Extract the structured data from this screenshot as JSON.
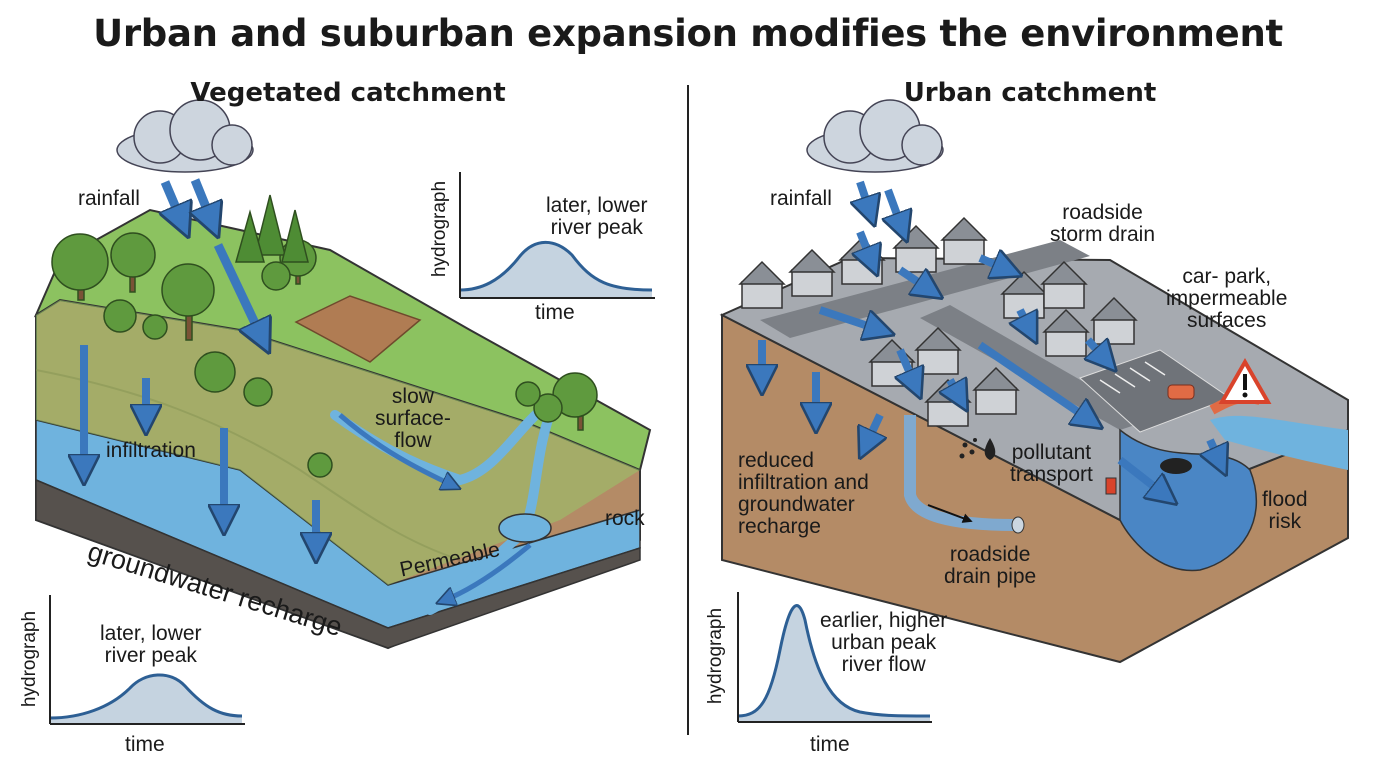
{
  "title": "Urban and suburban expansion modifies the environment",
  "left_panel": {
    "subtitle": "Vegetated catchment",
    "labels": {
      "rainfall": "rainfall",
      "infiltration": "infiltration",
      "groundwater": "groundwater recharge",
      "permeable": "Permeable",
      "rock": "rock",
      "slow_flow": "slow\nsurface-\nflow"
    },
    "hydrograph_top": {
      "ylabel": "hydrograph",
      "xlabel": "time",
      "caption": "later, lower\nriver peak"
    },
    "hydrograph_bottom": {
      "ylabel": "hydrograph",
      "xlabel": "time",
      "caption": "later, lower\nriver peak"
    }
  },
  "right_panel": {
    "subtitle": "Urban catchment",
    "labels": {
      "rainfall": "rainfall",
      "storm_drain": "roadside\nstorm drain",
      "car_park": "car- park,\nimpermeable\nsurfaces",
      "reduced": "reduced\ninfiltration and\ngroundwater\nrecharge",
      "pollutant": "pollutant\ntransport",
      "drain_pipe": "roadside\ndrain pipe",
      "flood": "flood\nrisk"
    },
    "hydrograph": {
      "ylabel": "hydrograph",
      "xlabel": "time",
      "caption": "earlier, higher\nurban peak\nriver flow"
    }
  },
  "colors": {
    "water": "#4a86c5",
    "arrow": "#3b78bd",
    "grass": "#8cc260",
    "soil": "#b08a66",
    "road": "#8d9299",
    "curve_fill": "#c5d3e0",
    "curve_line": "#2d5f94"
  }
}
